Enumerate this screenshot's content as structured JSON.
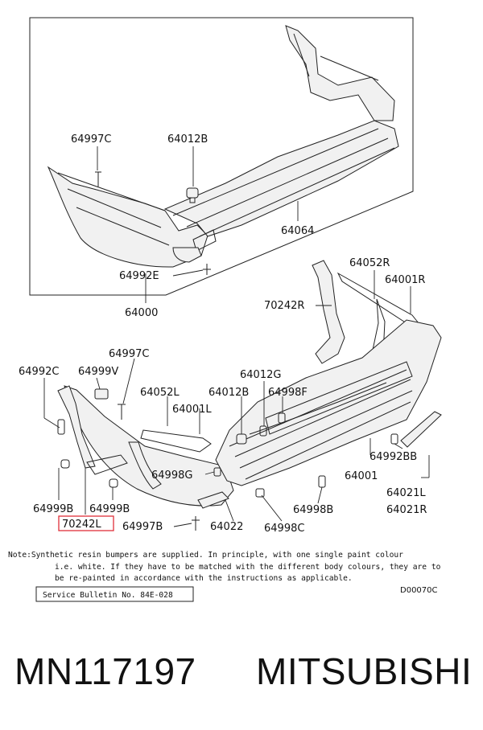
{
  "colors": {
    "ink": "#111111",
    "highlight": "#e0303a"
  },
  "upper_group": {
    "labels": {
      "p64997C": "64997C",
      "p64012B": "64012B",
      "p64064": "64064",
      "p64992E": "64992E",
      "p64000": "64000"
    }
  },
  "lower_group": {
    "labels": {
      "p64052R": "64052R",
      "p64001R": "64001R",
      "p70242R": "70242R",
      "p64997C": "64997C",
      "p64992C": "64992C",
      "p64999V": "64999V",
      "p64012G": "64012G",
      "p64052L": "64052L",
      "p64012B": "64012B",
      "p64998F": "64998F",
      "p64001L": "64001L",
      "p64998G": "64998G",
      "p64992BB": "64992BB",
      "p64001": "64001",
      "p64021L": "64021L",
      "p64021R": "64021R",
      "p64999B_left": "64999B",
      "p64999B_right": "64999B",
      "p64998B": "64998B",
      "p70242L": "70242L",
      "p64997B": "64997B",
      "p64022": "64022",
      "p64998C": "64998C"
    }
  },
  "note": {
    "line1": "Note:Synthetic resin bumpers are supplied. In principle, with one single paint colour",
    "line2": "i.e. white. If they have to be matched with the different body colours, they are to",
    "line3": "be re-painted in accordance with the instructions as applicable."
  },
  "bulletin": "Service Bulletin No. 84E-028",
  "diagram_code": "D00070C",
  "footer": {
    "part_number": "MN117197",
    "brand": "MITSUBISHI"
  }
}
